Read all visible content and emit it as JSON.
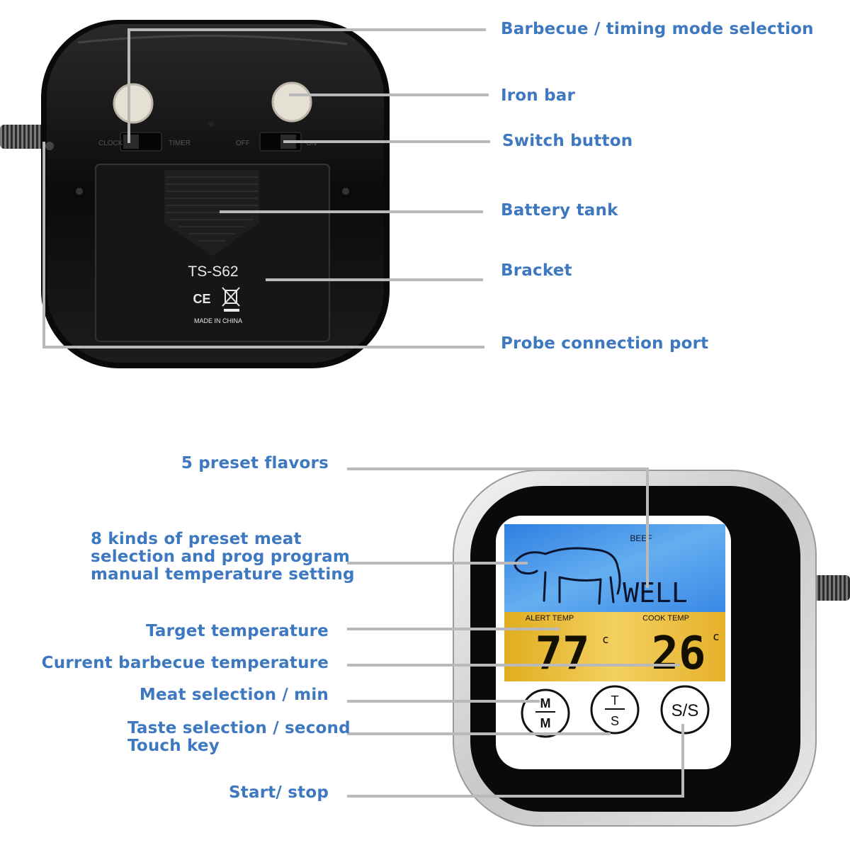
{
  "top_device": {
    "model": "TS-S62",
    "ce_mark": "CE",
    "made_in": "MADE IN CHINA",
    "labels": [
      "Barbecue / timing mode selection",
      "Iron bar",
      "Switch button",
      "Battery tank",
      "Bracket",
      "Probe connection port"
    ]
  },
  "bottom_device": {
    "meat": "BEEF",
    "doneness": "WELL",
    "alert_label": "ALERT TEMP",
    "alert_value": "77",
    "cook_label": "COOK TEMP",
    "cook_value": "26",
    "unit": "c",
    "buttons": {
      "m_top": "M",
      "m_bottom": "M",
      "t_top": "T",
      "t_bottom": "S",
      "ss": "S/S"
    },
    "labels": {
      "presets": "5 preset flavors",
      "meat_line1": "8 kinds of preset meat",
      "meat_line2": "selection and prog program",
      "meat_line3": "manual temperature setting",
      "target": "Target temperature",
      "current": "Current barbecue temperature",
      "meat_min": "Meat selection / min",
      "taste_second": "Taste selection / second",
      "touch": "Touch key",
      "startstop": "Start/ stop"
    }
  },
  "colors": {
    "label": "#3d78c0",
    "leader": "#b9b9b9",
    "lcd_blue": "#3f8de8",
    "lcd_yellow": "#eaba2a"
  }
}
